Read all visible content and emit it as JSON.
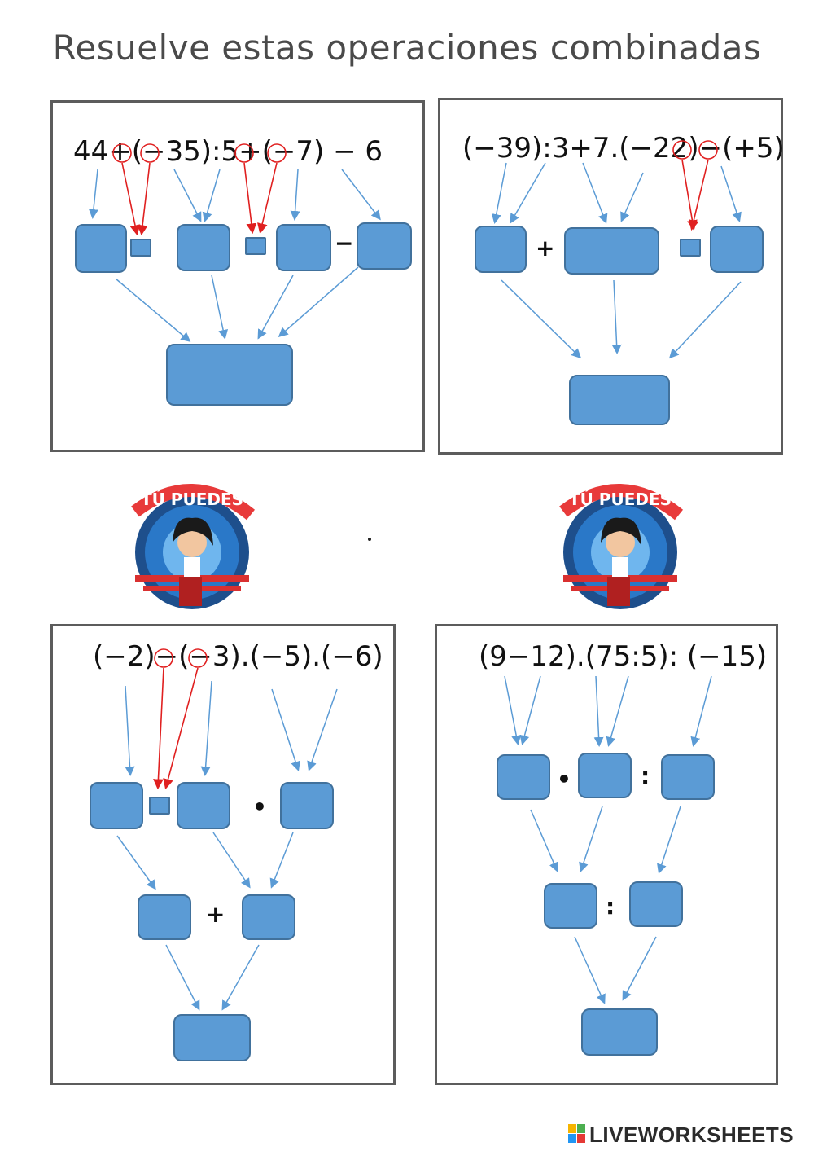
{
  "title": "Resuelve estas operaciones combinadas",
  "panels": {
    "p1": {
      "expression": "44+(−35):5+(−7) − 6",
      "op_minus": "−"
    },
    "p2": {
      "expression": "(−39):3+7.(−22)−(+5)",
      "op_plus": "+"
    },
    "p3": {
      "expression": "(−2)−(−3).(−5).(−6)",
      "op_dot": "•",
      "op_plus": "+"
    },
    "p4": {
      "expression": "(9−12).(75:5): (−15)",
      "op_dot": "•",
      "op_colon": ":"
    }
  },
  "badge_text": "TÚ PUEDES",
  "footer": {
    "brand": "LIVEWORKSHEETS"
  },
  "colors": {
    "box_fill": "#5b9bd5",
    "box_border": "#41719c",
    "arrow_blue": "#5b9bd5",
    "arrow_red": "#e02020",
    "panel_border": "#5c5c5c"
  }
}
